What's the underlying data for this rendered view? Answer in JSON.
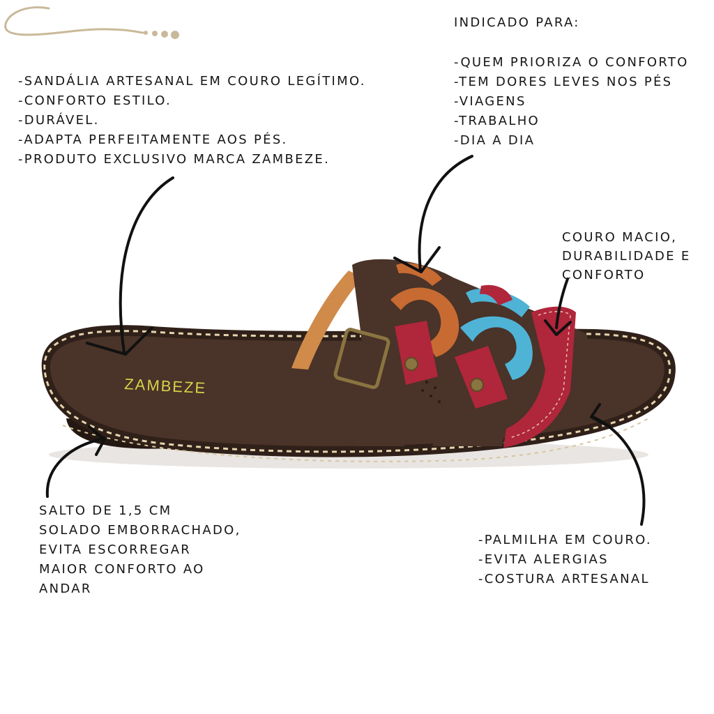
{
  "features": [
    "-SANDÁLIA ARTESANAL EM COURO LEGÍTIMO.",
    "-CONFORTO ESTILO.",
    "-DURÁVEL.",
    "-ADAPTA PERFEITAMENTE AOS PÉS.",
    "-PRODUTO EXCLUSIVO MARCA ZAMBEZE."
  ],
  "indicado": {
    "title": "INDICADO PARA:",
    "items": [
      "-QUEM PRIORIZA O CONFORTO",
      "-TEM DORES LEVES NOS PÉS",
      "-VIAGENS",
      "-TRABALHO",
      "-DIA A DIA"
    ]
  },
  "couro": [
    "COURO MACIO,",
    "DURABILIDADE E",
    "CONFORTO"
  ],
  "salto": [
    "SALTO DE 1,5 CM",
    "SOLADO EMBORRACHADO,",
    "EVITA ESCORREGAR",
    "MAIOR CONFORTO AO",
    "ANDAR"
  ],
  "palmilha": [
    "-PALMILHA EM COURO.",
    "-EVITA ALERGIAS",
    "-COSTURA ARTESANAL"
  ],
  "brand_label": "ZAMBEZE",
  "colors": {
    "sole": "#3e2a20",
    "strap_dark": "#4a3328",
    "strap_orange": "#c76b33",
    "strap_red": "#b0263b",
    "strap_blue": "#4fb3d6",
    "strap_tan": "#d08a4a",
    "stitch": "#e6d4ae",
    "brand_text": "#d8d24a"
  }
}
